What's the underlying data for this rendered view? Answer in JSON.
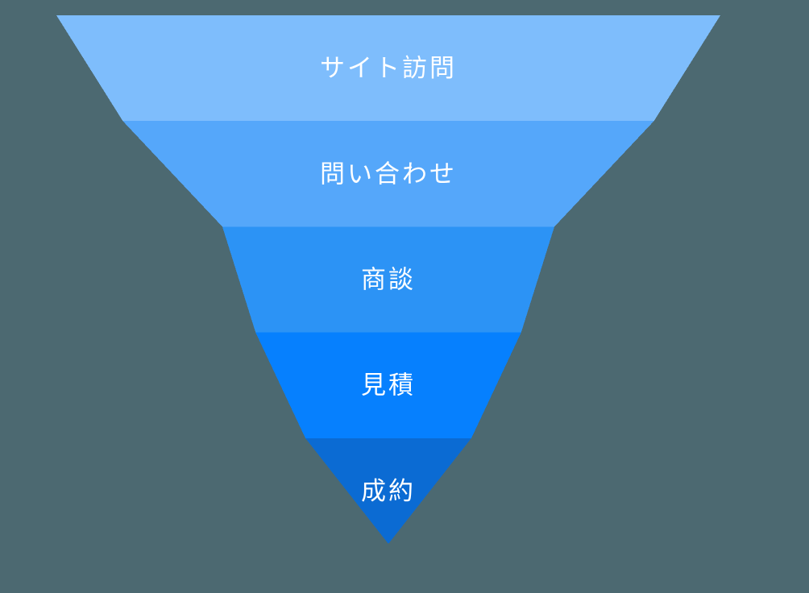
{
  "page": {
    "background_color": "#4C6971"
  },
  "chart_data": {
    "type": "funnel",
    "title": "",
    "orientation": "inverted",
    "categories": [
      "サイト訪問",
      "問い合わせ",
      "商談",
      "見積",
      "成約"
    ],
    "values_pct": [
      100,
      80,
      50,
      40,
      25
    ],
    "tip_value_pct": 0,
    "series": [
      {
        "name": "funnel-stages",
        "values": [
          100,
          80,
          50,
          40,
          25
        ]
      }
    ],
    "colors": [
      "#7EBDFC",
      "#55A7FA",
      "#2C93F5",
      "#0680FE",
      "#0B6BD3"
    ],
    "label_color": "#FFFFFF",
    "label_font_size": 31,
    "legend": "none",
    "grid": false,
    "geometry": {
      "center_x": 482,
      "top_y": 19,
      "bottom_y": 675,
      "max_half_width": 412
    }
  }
}
